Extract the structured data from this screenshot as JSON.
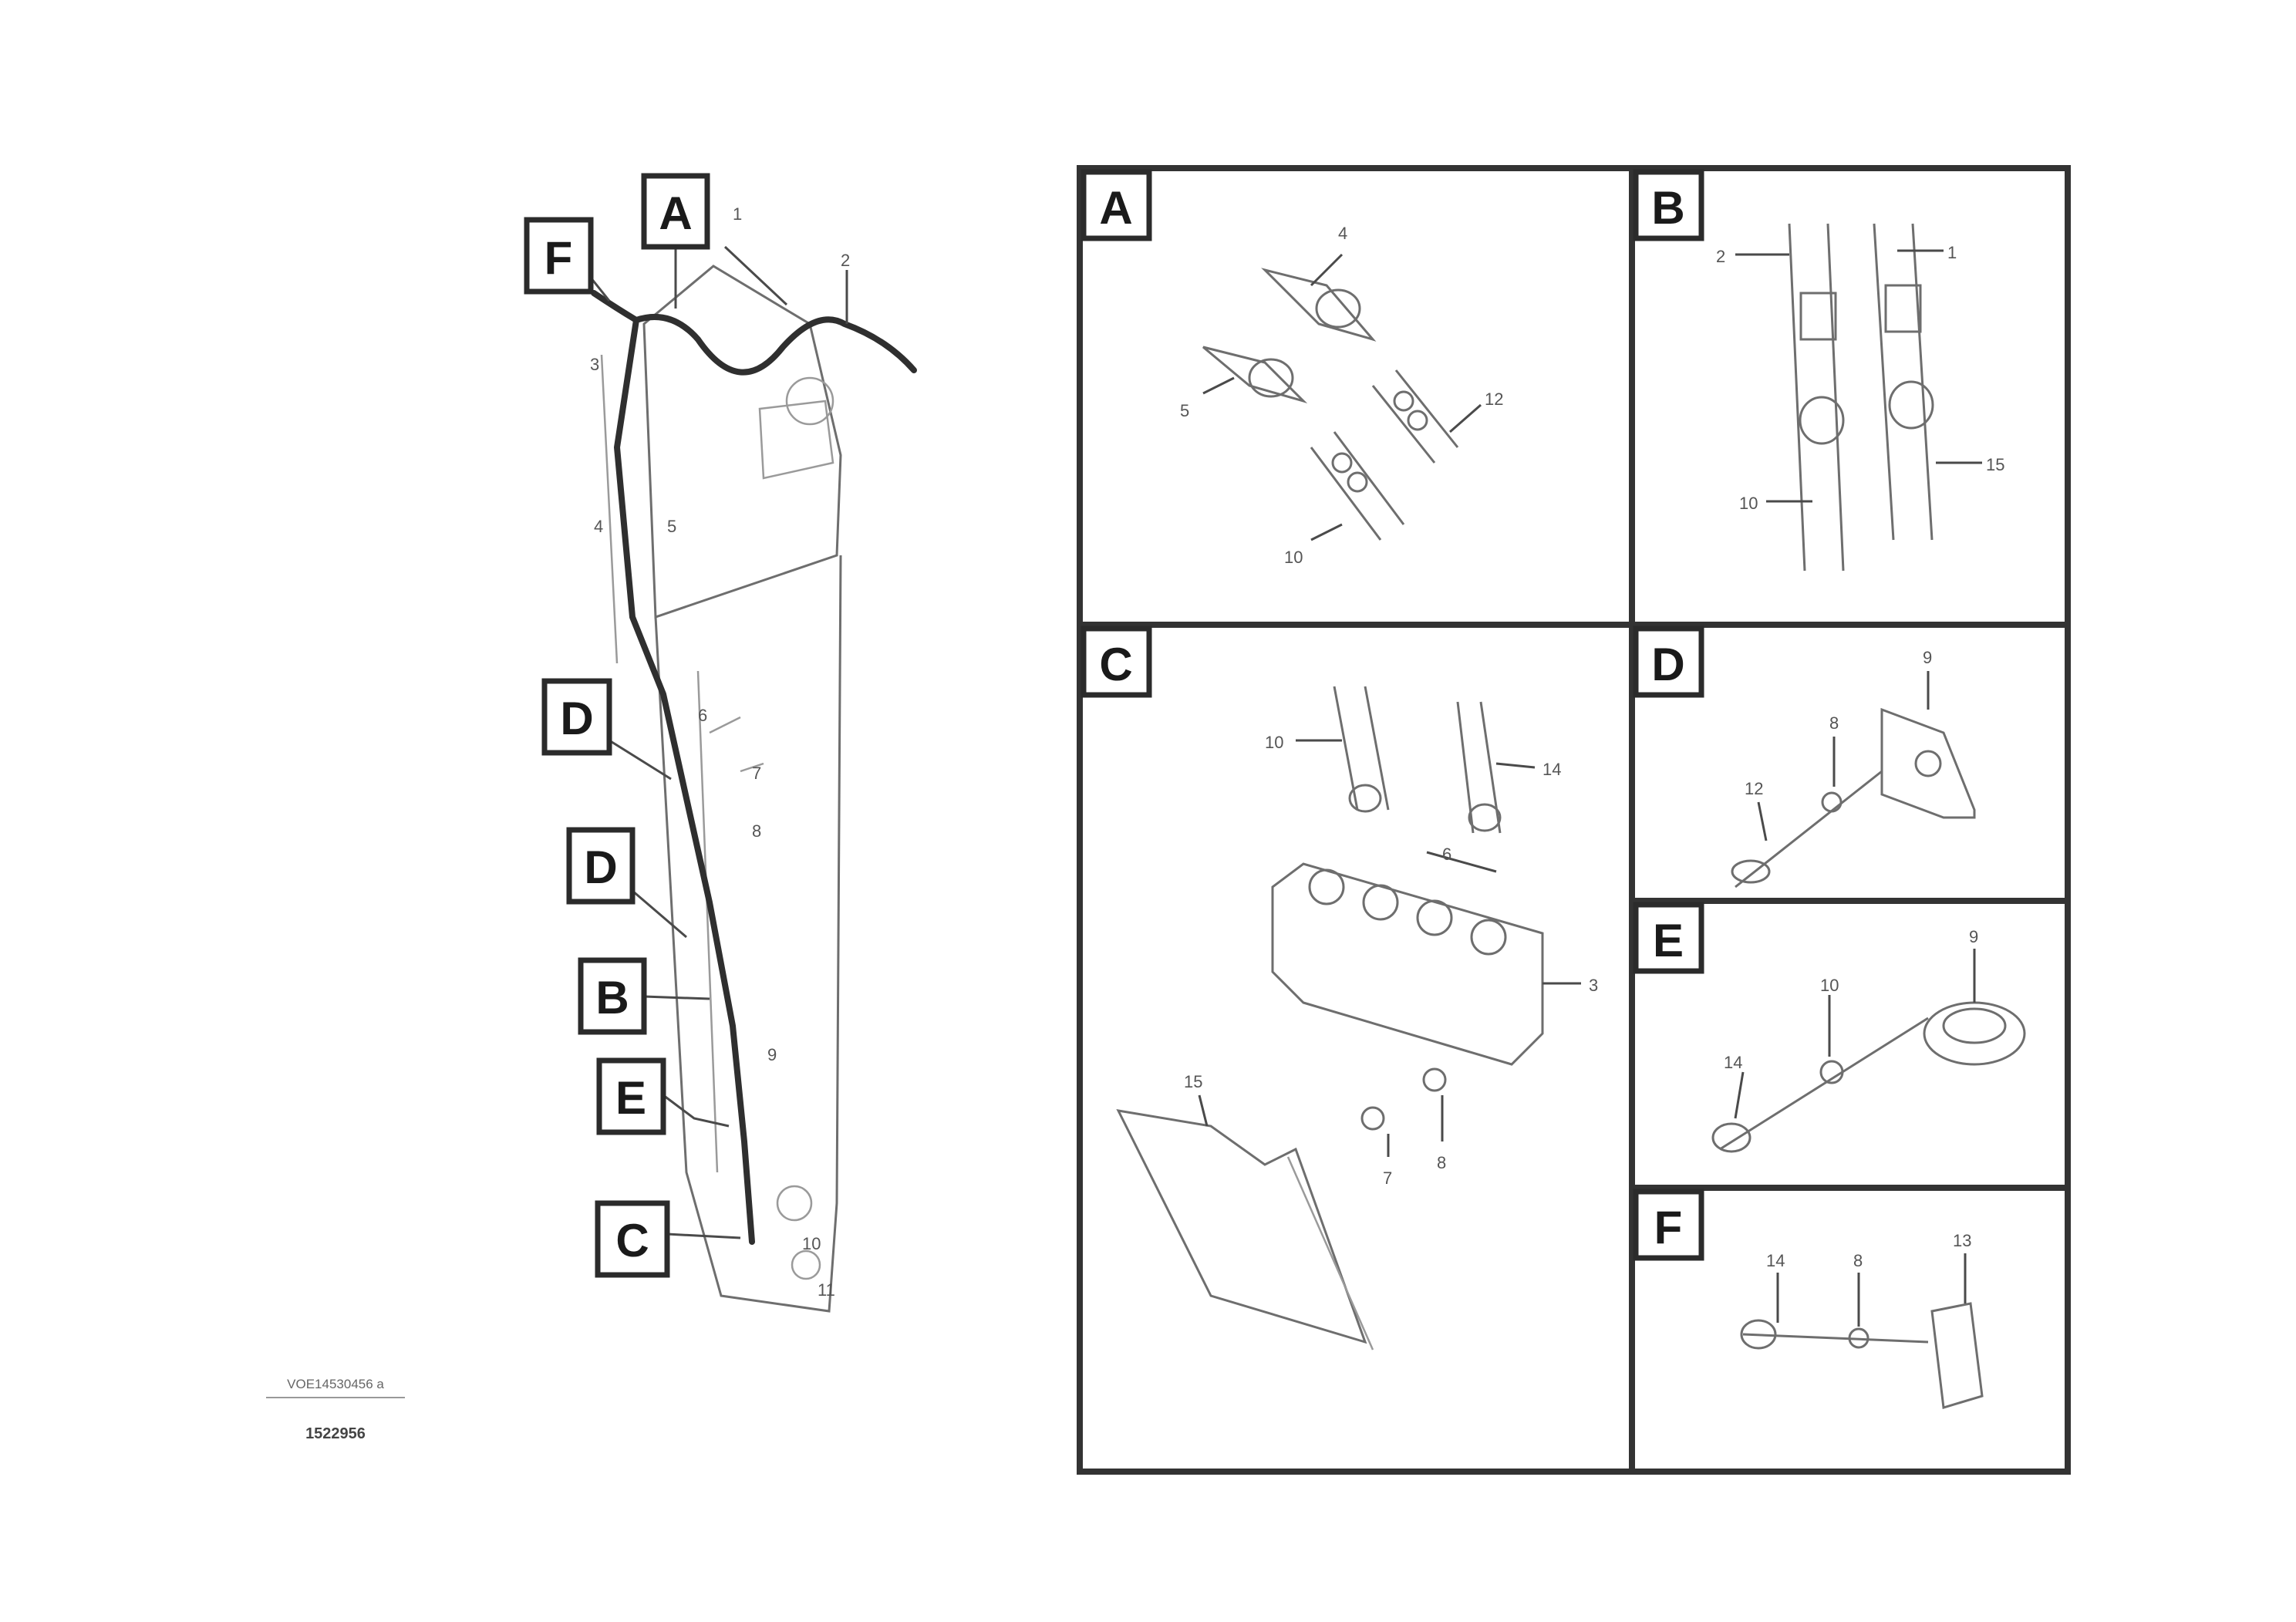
{
  "overview": {
    "callouts": [
      "F",
      "A",
      "D",
      "D",
      "B",
      "E",
      "C"
    ],
    "part_numbers": [
      "1",
      "2",
      "3",
      "4",
      "5",
      "6",
      "7",
      "8",
      "9",
      "10",
      "11"
    ]
  },
  "panels": {
    "A": {
      "label": "A",
      "numbers": [
        "4",
        "12",
        "5",
        "10"
      ]
    },
    "B": {
      "label": "B",
      "numbers": [
        "2",
        "1",
        "15",
        "10"
      ]
    },
    "C": {
      "label": "C",
      "numbers": [
        "10",
        "14",
        "3",
        "15",
        "8",
        "7",
        "6"
      ]
    },
    "D": {
      "label": "D",
      "numbers": [
        "9",
        "8",
        "12"
      ]
    },
    "E": {
      "label": "E",
      "numbers": [
        "9",
        "10",
        "14"
      ]
    },
    "F": {
      "label": "F",
      "numbers": [
        "14",
        "8",
        "13"
      ]
    }
  },
  "drawing_code": {
    "line1": "VOE14530456 a",
    "line2": "1522956"
  }
}
